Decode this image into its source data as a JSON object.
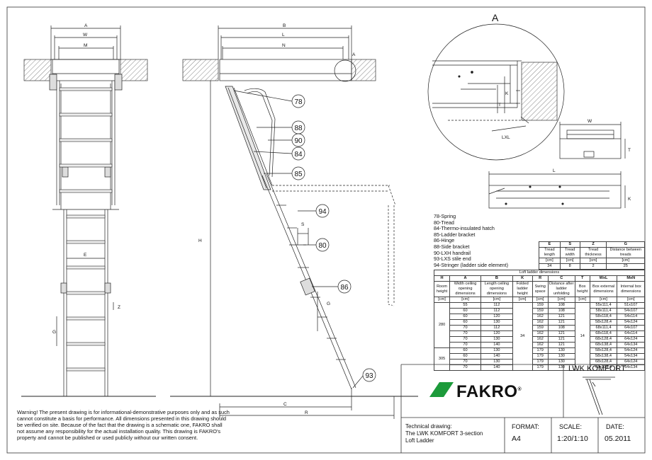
{
  "dims": {
    "A": "A",
    "W": "W",
    "M": "M",
    "B": "B",
    "L": "L",
    "N": "N",
    "E": "E",
    "Z": "Z",
    "G": "G",
    "H": "H",
    "C": "C",
    "R": "R",
    "S": "S",
    "T": "T",
    "K": "K",
    "LXL": "LXL",
    "detail": "A"
  },
  "callouts": [
    "78",
    "88",
    "90",
    "84",
    "85",
    "94",
    "80",
    "86",
    "93"
  ],
  "legend": [
    "78-Spring",
    "80-Tread",
    "84-Thermo-insulated hatch",
    "85-Ladder bracket",
    "86-Hinge",
    "88-Side bracket",
    "90-LXH handrail",
    "93-LXS stile end",
    "94-Stringer (ladder side element)"
  ],
  "tread_table": {
    "headers": [
      "E",
      "S",
      "Z",
      "G"
    ],
    "subheaders": [
      "Tread length",
      "Tread width",
      "Tread thickness",
      "Distance between treads"
    ],
    "units": [
      "[cm]",
      "[cm]",
      "[cm]",
      "[cm]"
    ],
    "values": [
      "34",
      "8",
      "2",
      "25"
    ]
  },
  "dim_table": {
    "caption": "Loft ladder dimensions",
    "headers": [
      "H",
      "A",
      "B",
      "K",
      "R",
      "C",
      "T",
      "WxL",
      "MxN"
    ],
    "subheaders": [
      "Room height",
      "Width ceiling opening dimensions",
      "Length ceiling opening dimensions",
      "Folded ladder height",
      "Swing space",
      "Distance after ladder unfolding",
      "Box height",
      "Box external dimensions",
      "Internal box dimensions"
    ],
    "units": [
      "[cm]",
      "[cm]",
      "[cm]",
      "[cm]",
      "[cm]",
      "[cm]",
      "[cm]",
      "[cm]",
      "[cm]"
    ],
    "H_values": [
      "280",
      "305"
    ],
    "K_value": "34",
    "T_value": "14",
    "rows": [
      {
        "A": "55",
        "B": "112",
        "R": "159",
        "C": "108",
        "WL": "55x111,4",
        "MN": "51x107"
      },
      {
        "A": "60",
        "B": "112",
        "R": "159",
        "C": "108",
        "WL": "58x111,4",
        "MN": "54x107"
      },
      {
        "A": "60",
        "B": "120",
        "R": "162",
        "C": "121",
        "WL": "58x118,4",
        "MN": "54x114"
      },
      {
        "A": "60",
        "B": "130",
        "R": "162",
        "C": "121",
        "WL": "58x128,4",
        "MN": "54x124"
      },
      {
        "A": "70",
        "B": "112",
        "R": "159",
        "C": "108",
        "WL": "68x111,4",
        "MN": "64x107"
      },
      {
        "A": "70",
        "B": "120",
        "R": "162",
        "C": "121",
        "WL": "68x118,4",
        "MN": "64x114"
      },
      {
        "A": "70",
        "B": "130",
        "R": "162",
        "C": "121",
        "WL": "68x128,4",
        "MN": "64x124"
      },
      {
        "A": "70",
        "B": "140",
        "R": "162",
        "C": "121",
        "WL": "68x138,4",
        "MN": "64x134"
      },
      {
        "A": "60",
        "B": "130",
        "R": "179",
        "C": "130",
        "WL": "58x128,4",
        "MN": "54x124"
      },
      {
        "A": "60",
        "B": "140",
        "R": "179",
        "C": "130",
        "WL": "58x138,4",
        "MN": "54x134"
      },
      {
        "A": "70",
        "B": "130",
        "R": "179",
        "C": "130",
        "WL": "68x128,4",
        "MN": "64x124"
      },
      {
        "A": "70",
        "B": "140",
        "R": "179",
        "C": "130",
        "WL": "68x138,4",
        "MN": "64x134"
      }
    ]
  },
  "warning": "Warning! The present drawing is for informational-demonstrative purposes only and as such cannot constitute a basis for performance. All dimensions presented in this drawing should be verified on site. Because of the fact that the drawing is a schematic one, FAKRO shall not assume any responsibility for the actual installation quality. This drawing is FAKRO's property and cannot be published  or used publicly without our written consent.",
  "title_block": {
    "product": "LWK KOMFORT",
    "brand": "FAKRO",
    "trademark": "®",
    "technical_drawing": "Technical drawing:",
    "drawing_title_1": "The LWK KOMFORT 3-section",
    "drawing_title_2": "Loft Ladder",
    "format_label": "FORMAT:",
    "format_value": "A4",
    "scale_label": "SCALE:",
    "scale_value": "1:20/1:10",
    "date_label": "DATE:",
    "date_value": "05.2011"
  },
  "colors": {
    "line": "#222222",
    "hatch": "#666666",
    "logo_green": "#1c9a3a",
    "logo_text": "#1a1a1a"
  }
}
